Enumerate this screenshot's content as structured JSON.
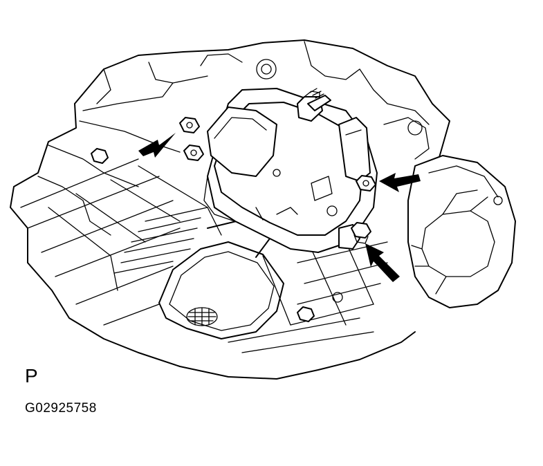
{
  "figure": {
    "view_label": "P",
    "figure_id": "G02925758"
  },
  "callouts": [
    {
      "icon": "arrow-icon",
      "points_to": "bolt"
    },
    {
      "icon": "arrow-icon",
      "points_to": "bolt"
    },
    {
      "icon": "arrow-icon",
      "points_to": "bolt"
    }
  ]
}
